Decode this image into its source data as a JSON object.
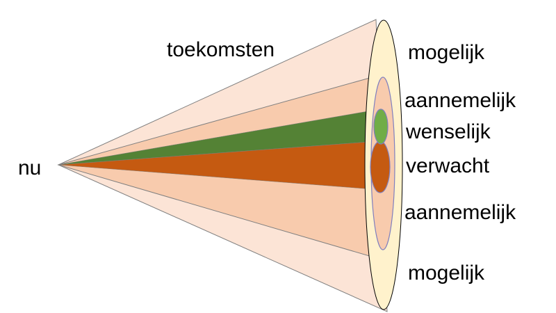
{
  "labels": {
    "now": "nu",
    "futures": "toekomsten",
    "possible_top": "mogelijk",
    "plausible_top": "aannemelijk",
    "preferable": "wenselijk",
    "probable": "verwacht",
    "plausible_bottom": "aannemelijk",
    "possible_bottom": "mogelijk"
  },
  "colors": {
    "possible": "#FCE4D6",
    "plausible": "#F8CBAD",
    "preferable": "#548235",
    "preferable_light": "#70AD47",
    "probable": "#C55A11",
    "end_face": "#FFF2CC",
    "outline": "#7F7F7F",
    "inner_outline": "#7F7FBF",
    "text": "#000000"
  }
}
